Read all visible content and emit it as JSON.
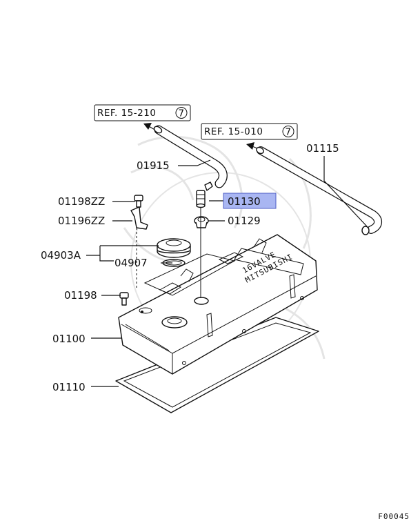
{
  "references": [
    {
      "id": "ref-15-210",
      "text": "REF. 15-210",
      "badge": "7"
    },
    {
      "id": "ref-15-010",
      "text": "REF. 15-010",
      "badge": "7"
    }
  ],
  "parts": [
    {
      "id": "01915",
      "label": "01915"
    },
    {
      "id": "01115",
      "label": "01115"
    },
    {
      "id": "01198ZZ",
      "label": "01198ZZ"
    },
    {
      "id": "01130",
      "label": "01130",
      "highlighted": true
    },
    {
      "id": "01196ZZ",
      "label": "01196ZZ"
    },
    {
      "id": "01129",
      "label": "01129"
    },
    {
      "id": "04903A",
      "label": "04903A"
    },
    {
      "id": "04907",
      "label": "04907"
    },
    {
      "id": "01198",
      "label": "01198"
    },
    {
      "id": "01100",
      "label": "01100"
    },
    {
      "id": "01110",
      "label": "01110"
    }
  ],
  "cover_text": {
    "line1": "16VALVE",
    "line2": "MITSUBISHI"
  },
  "figure_code": "F00045",
  "colors": {
    "highlight_fill": "#a9b6f2",
    "highlight_stroke": "#4f5fc4",
    "watermark": "#e6e6e6"
  }
}
